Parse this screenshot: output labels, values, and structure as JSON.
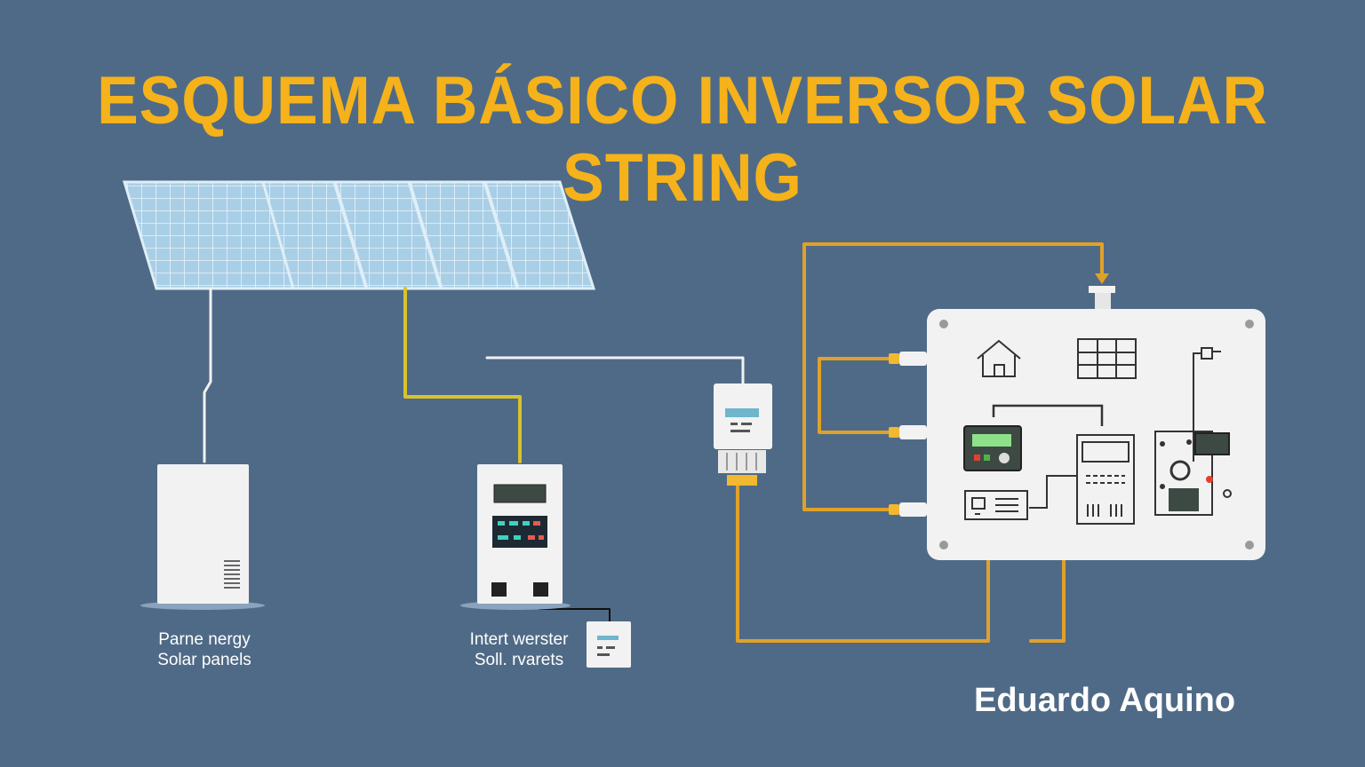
{
  "title": "ESQUEMA BÁSICO INVERSOR SOLAR STRING",
  "labels": {
    "left_device_line1": "Parne nergy",
    "left_device_line2": "Solar panels",
    "middle_device_line1": "Intert werster",
    "middle_device_line2": "Soll. rvarets"
  },
  "author": "Eduardo Aquino",
  "colors": {
    "background": "#4f6a86",
    "title": "#f5b21a",
    "wire_orange": "#e0a12a",
    "wire_yellow": "#d8c22e",
    "wire_white": "#f2f2f2",
    "panel_cell": "#a9cfe6",
    "device_body": "#f2f2f2"
  },
  "icons": [
    "solar-panel-array-icon",
    "house-icon",
    "grid-meter-icon",
    "plug-icon",
    "control-display-icon",
    "breaker-cabinet-icon",
    "battery-unit-icon",
    "wall-socket-icon"
  ]
}
